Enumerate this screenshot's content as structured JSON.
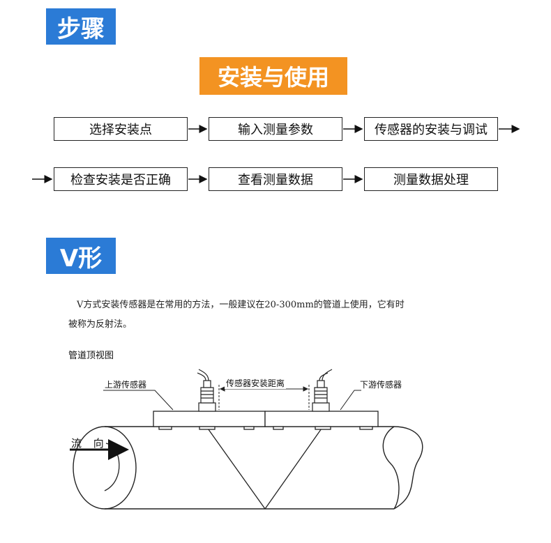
{
  "headings": {
    "steps": "步骤",
    "install_use": "安装与使用",
    "v_mode": "V形"
  },
  "flow": {
    "row1": [
      "选择安装点",
      "输入测量参数",
      "传感器的安装与调试"
    ],
    "row2": [
      "检查安装是否正确",
      "查看测量数据",
      "测量数据处理"
    ]
  },
  "description": {
    "line1": "V方式安装传感器是在常用的方法，一般建议在20-300mm的管道上使用，它有时",
    "line2": "被称为反射法。"
  },
  "diagram": {
    "title": "管道顶视图",
    "upstream_label": "上游传感器",
    "downstream_label": "下游传感器",
    "distance_label": "传感器安装距离",
    "flow_label": "流 向"
  },
  "colors": {
    "heading_blue": "#2b7bd6",
    "heading_orange": "#f39322"
  }
}
